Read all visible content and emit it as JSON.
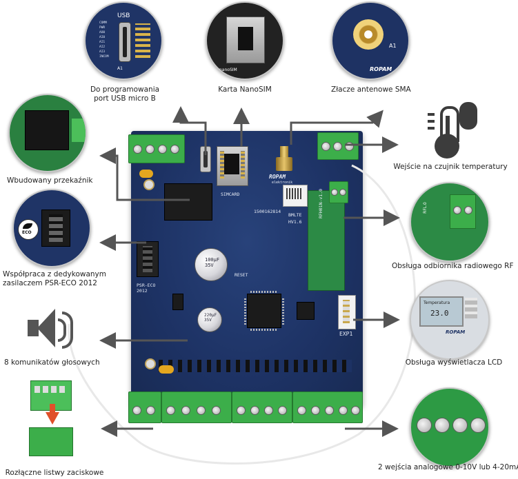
{
  "labels": {
    "usb": "Do programowania\nport USB micro B",
    "nanosim": "Karta NanoSIM",
    "sma": "Złacze antenowe SMA",
    "temp": "Wejście na czujnik temperatury",
    "relay": "Wbudowany przekaźnik",
    "psr": "Współpraca z dedykowanym\nzasilaczem PSR-ECO 2012",
    "rf": "Obsługa odbiornika radiowego RF",
    "voice": "8 komunikatów głosowych",
    "lcd": "Obsługa wyświetlacza LCD",
    "terminals": "Rozłączne listwy zaciskowe",
    "analog": "2 wejścia analogowe 0-10V lub 4-20mA"
  },
  "callout_text": {
    "usb_header": "USB",
    "usb_pins": [
      "COMM",
      "PWR",
      "AO0",
      "AI0",
      "AI1",
      "AI2",
      "AI3",
      "INCOM"
    ],
    "usb_pin_a": "A1",
    "nanosim_tag": "nanoSIM",
    "sma_tag": "A1",
    "brand": "ROPAM",
    "lcd_title": "Temperatura",
    "lcd_value": "23.0",
    "rf_tag": "RFL.0",
    "eco_badge": "ECO"
  },
  "board_text": {
    "simcard": "SIMCARD",
    "brand": "ROPAM",
    "brand_sub": "elektronik",
    "serial": "1500162814",
    "model": "BMLTE",
    "version": "HV1.6",
    "psr": "PSR-ECO\n2012",
    "exp": "EXP1",
    "reset": "RESET",
    "cap1": "100µF\n35V",
    "cap2": "220µF\n35V",
    "rf_module": "RFH01N-v1.0"
  },
  "colors": {
    "board": "#1d3264",
    "terminal": "#3cae4a",
    "arrow": "#555555"
  },
  "icons": [
    "thermometer-icon",
    "speaker-icon",
    "eco-leaf-icon",
    "arrow-icon"
  ]
}
